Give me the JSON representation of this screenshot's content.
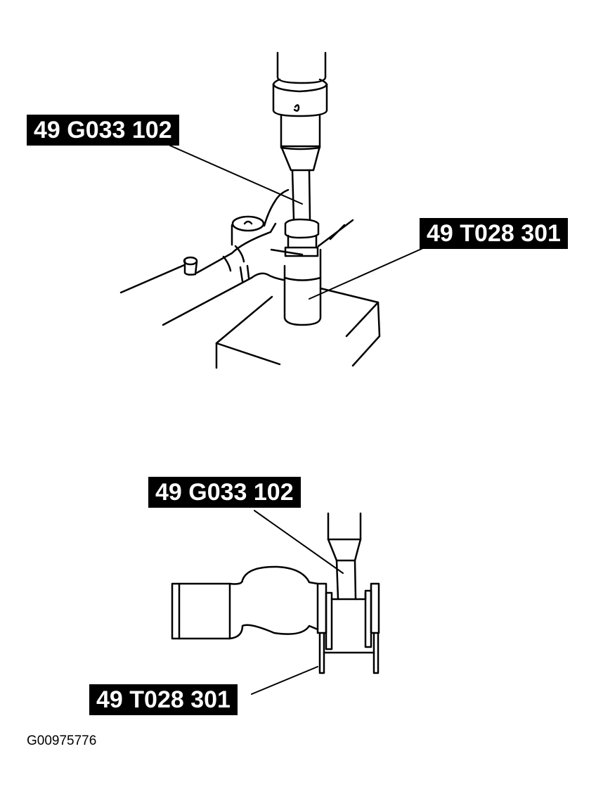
{
  "figure": {
    "top_view": {
      "labels": [
        {
          "id": "tool-upper",
          "text": "49 G033 102"
        },
        {
          "id": "tool-lower",
          "text": "49 T028 301"
        }
      ]
    },
    "bottom_view": {
      "labels": [
        {
          "id": "tool-upper",
          "text": "49 G033 102"
        },
        {
          "id": "tool-lower",
          "text": "49 T028 301"
        }
      ]
    },
    "figure_id": "G00975776"
  }
}
